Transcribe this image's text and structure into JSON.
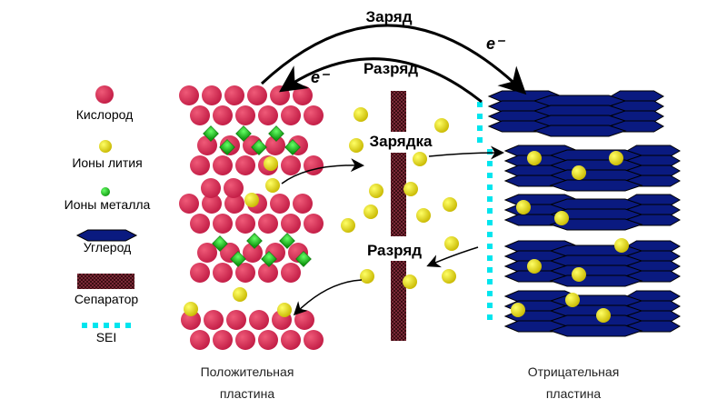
{
  "legend": {
    "oxygen": "Кислород",
    "lithium_ions": "Ионы лития",
    "metal_ions": "Ионы металла",
    "carbon": "Углерод",
    "separator": "Сепаратор",
    "sei": "SEI"
  },
  "labels": {
    "charge_top": "Заряд",
    "electron_1": "e⁻",
    "electron_2": "e⁻",
    "discharge_top": "Разряд",
    "charging": "Зарядка",
    "discharge_mid": "Разряд",
    "positive_line1": "Положительная",
    "positive_line2": "пластина",
    "negative_line1": "Отрицательная",
    "negative_line2": "пластина"
  },
  "colors": {
    "oxygen": "#d6294f",
    "lithium": "#e8e000",
    "metal": "#22bb22",
    "carbon": "#0a1a80",
    "separator": "#3a0a10",
    "sei": "#00e5ee"
  }
}
